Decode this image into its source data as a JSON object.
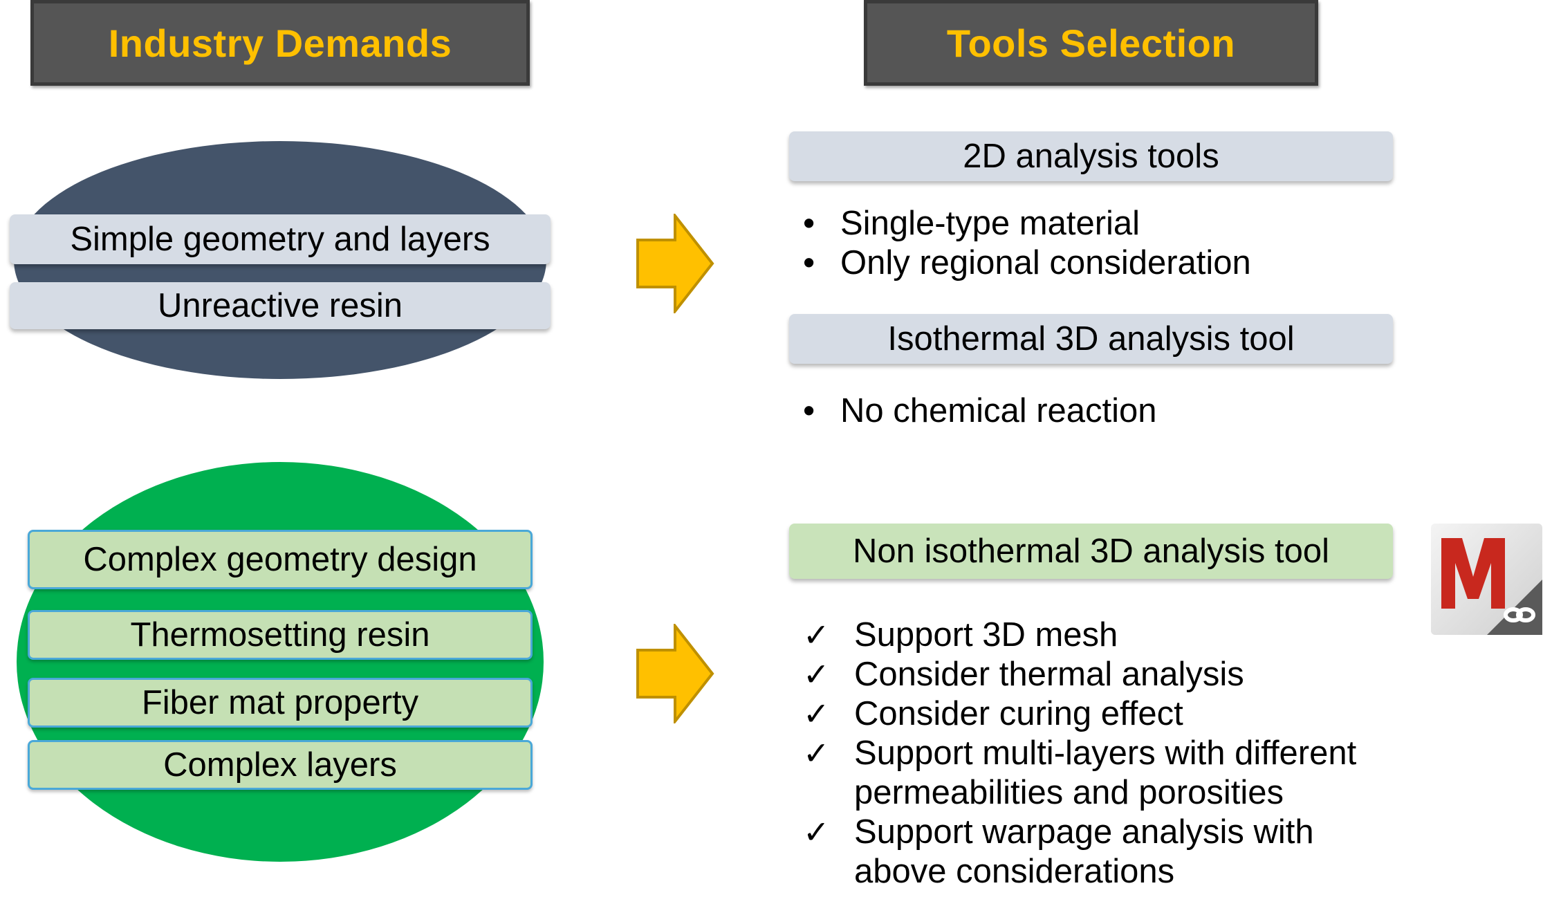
{
  "colors": {
    "header_text": "#ffc000",
    "header_bg": "#555555",
    "ellipse_top": "#44546a",
    "ellipse_bottom": "#00b050",
    "arrow_fill": "#ffc000",
    "arrow_stroke": "#bf9000",
    "logo_red": "#c8281e"
  },
  "headers": {
    "left": "Industry Demands",
    "right": "Tools Selection"
  },
  "left_top": {
    "items": [
      "Simple geometry and layers",
      "Unreactive resin"
    ]
  },
  "left_bottom": {
    "items": [
      "Complex geometry design",
      "Thermosetting resin",
      "Fiber mat property",
      "Complex layers"
    ]
  },
  "right_top": {
    "box1": "2D analysis tools",
    "box1_bullets": [
      "Single-type material",
      "Only regional consideration"
    ],
    "box2": "Isothermal 3D analysis tool",
    "box2_bullets": [
      "No chemical reaction"
    ]
  },
  "right_bottom": {
    "box": "Non isothermal 3D analysis tool",
    "checks": [
      "Support 3D mesh",
      "Consider thermal analysis",
      "Consider curing effect",
      "Support multi-layers with different",
      "permeabilities and porosities",
      "Support warpage analysis with",
      "above considerations"
    ]
  },
  "markers": {
    "bullet": "•",
    "check": "✓"
  },
  "icons": {
    "arrows": "right-arrow-icon",
    "logo": "moldex3d-logo-icon"
  }
}
